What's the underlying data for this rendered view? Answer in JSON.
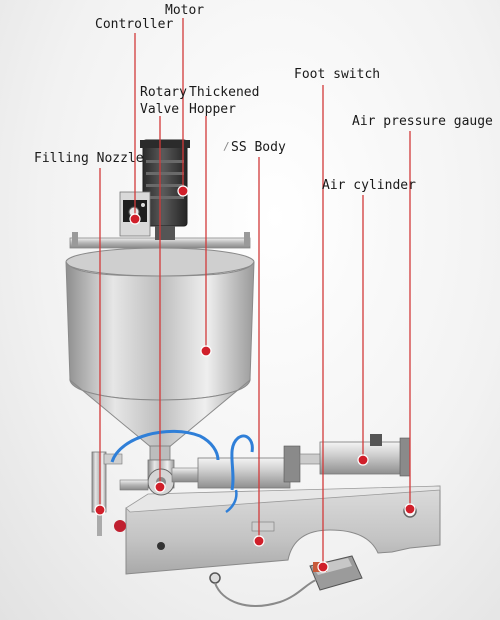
{
  "labels": {
    "motor": "Motor",
    "controller": "Controller",
    "rotary_line1": "Rotary",
    "rotary_line2": "Valve",
    "hopper_line1": "Thickened",
    "hopper_line2": "Hopper",
    "foot_switch": "Foot switch",
    "air_pressure_gauge": "Air pressure gauge",
    "ss_body": "SS Body",
    "filling_nozzle": "Filling Nozzle",
    "air_cylinder": "Air cylinder"
  },
  "colors": {
    "leader_line": "#d23a3a",
    "dot": "#d01f2a",
    "label_text": "#1a1a1a",
    "steel_light": "#e9e9e9",
    "steel_dark": "#8d8d8d",
    "motor_body": "#3b3b3b",
    "hose": "#2f7fd8"
  }
}
